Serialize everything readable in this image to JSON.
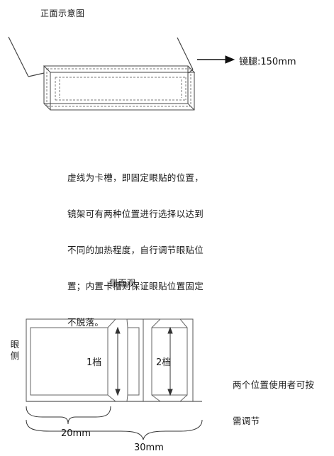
{
  "front_view": {
    "title": "正面示意图",
    "temple_label": "镜腿:150mm"
  },
  "description": {
    "lines": [
      "虚线为卡槽，即固定眼贴的位置，",
      "镜架可有两种位置进行选择以达到",
      "不同的加热程度，自行调节眼贴位",
      "置；内置卡槽则保证眼贴位置固定",
      "不脱落。"
    ]
  },
  "side_view": {
    "title": "侧面观",
    "eye_side_label": "眼侧",
    "slot_1_label": "1档",
    "slot_2_label": "2档",
    "note_lines": [
      "两个位置使用者可按",
      "需调节"
    ],
    "dim_20": "20mm",
    "dim_30": "30mm"
  }
}
